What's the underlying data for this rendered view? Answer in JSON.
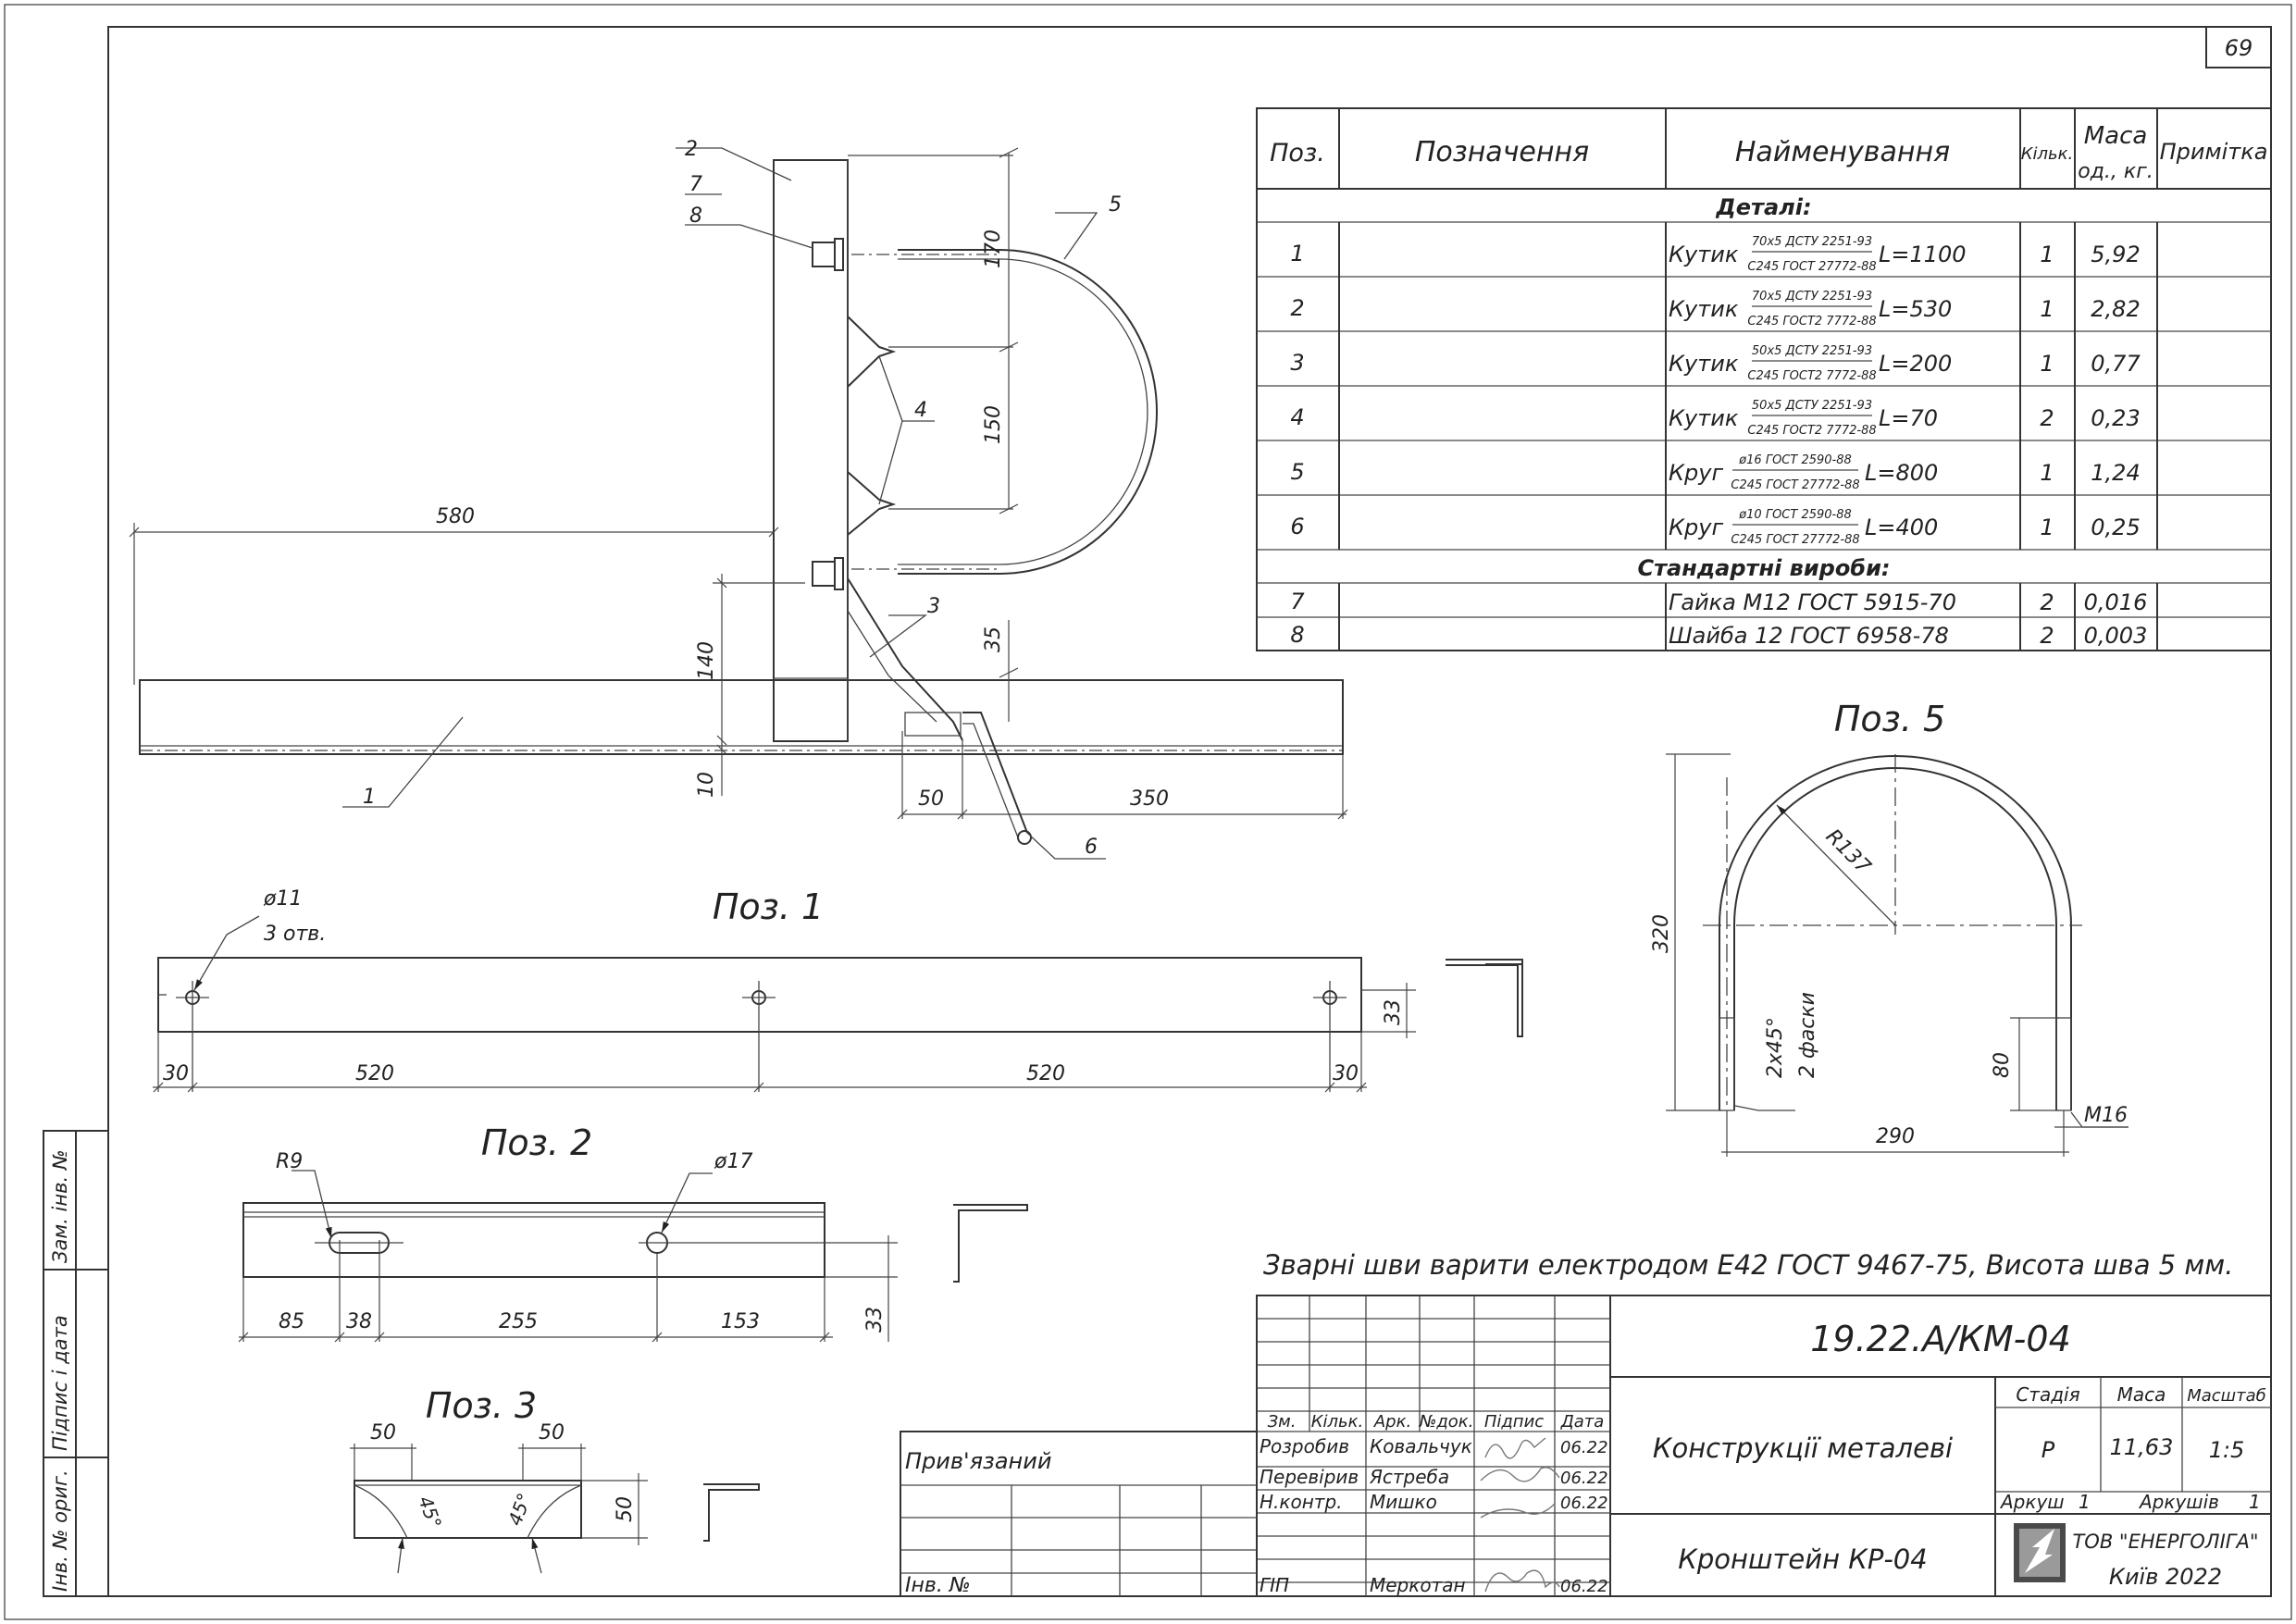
{
  "page_number": "69",
  "side_stamp": {
    "inv_zam": "Зам. інв. №",
    "signature_date": "Підпис і дата",
    "inv_orig": "Інв. № ориг."
  },
  "spec_table": {
    "headers": {
      "pos": "Поз.",
      "designation": "Позначення",
      "name": "Найменування",
      "qty": "Кільк.",
      "mass_line1": "Маса",
      "mass_line2": "од., кг.",
      "note": "Примітка"
    },
    "group_details": "Деталі:",
    "group_standard": "Стандартні вироби:",
    "rows": [
      {
        "pos": "1",
        "name": "Кутик",
        "top": "70x5 ДСТУ 2251-93",
        "bottom": "С245 ГОСТ 27772-88",
        "length": "L=1100",
        "qty": "1",
        "mass": "5,92"
      },
      {
        "pos": "2",
        "name": "Кутик",
        "top": "70x5 ДСТУ 2251-93",
        "bottom": "С245 ГОСТ2 7772-88",
        "length": "L=530",
        "qty": "1",
        "mass": "2,82"
      },
      {
        "pos": "3",
        "name": "Кутик",
        "top": "50x5 ДСТУ 2251-93",
        "bottom": "С245 ГОСТ2 7772-88",
        "length": "L=200",
        "qty": "1",
        "mass": "0,77"
      },
      {
        "pos": "4",
        "name": "Кутик",
        "top": "50x5 ДСТУ 2251-93",
        "bottom": "С245 ГОСТ2 7772-88",
        "length": "L=70",
        "qty": "2",
        "mass": "0,23"
      },
      {
        "pos": "5",
        "name": "Круг",
        "top": "ø16 ГОСТ 2590-88",
        "bottom": "С245 ГОСТ 27772-88",
        "length": "L=800",
        "qty": "1",
        "mass": "1,24"
      },
      {
        "pos": "6",
        "name": "Круг",
        "top": "ø10 ГОСТ 2590-88",
        "bottom": "С245 ГОСТ 27772-88",
        "length": "L=400",
        "qty": "1",
        "mass": "0,25"
      }
    ],
    "standard_rows": [
      {
        "pos": "7",
        "name": "Гайка М12 ГОСТ 5915-70",
        "qty": "2",
        "mass": "0,016"
      },
      {
        "pos": "8",
        "name": "Шайба 12 ГОСТ 6958-78",
        "qty": "2",
        "mass": "0,003"
      }
    ]
  },
  "main_view": {
    "leaders": [
      "2",
      "7",
      "8",
      "5",
      "4",
      "3",
      "1",
      "6"
    ],
    "dims": {
      "d170": "170",
      "d150": "150",
      "d580": "580",
      "d140": "140",
      "d35": "35",
      "d10": "10",
      "d50": "50",
      "d350": "350"
    }
  },
  "pos1": {
    "title": "Поз. 1",
    "hole": "ø11",
    "holes_count": "3 отв.",
    "d30a": "30",
    "d520a": "520",
    "d520b": "520",
    "d30b": "30",
    "d33": "33"
  },
  "pos2": {
    "title": "Поз. 2",
    "r9": "R9",
    "hole": "ø17",
    "d85": "85",
    "d38": "38",
    "d255": "255",
    "d153": "153",
    "d33": "33"
  },
  "pos3": {
    "title": "Поз. 3",
    "d50a": "50",
    "d50b": "50",
    "ang1": "45°",
    "ang2": "45°",
    "d50c": "50"
  },
  "pos5": {
    "title": "Поз. 5",
    "r137": "R137",
    "d320": "320",
    "chamfer": "2x45°",
    "chamfer_note": "2 фаски",
    "d80": "80",
    "d290": "290",
    "thread": "М16"
  },
  "weld_note": "Зварні шви варити електродом Е42 ГОСТ 9467-75, Висота шва 5 мм.",
  "title_block": {
    "doc_code": "19.22.А/КМ-04",
    "tied": "Прив'язаний",
    "inv_no": "Інв. №",
    "header_cols": [
      "Зм.",
      "Кільк.",
      "Арк.",
      "№док.",
      "Підпис",
      "Дата"
    ],
    "people": [
      {
        "role": "Розробив",
        "name": "Ковальчук",
        "date": "06.22"
      },
      {
        "role": "Перевірив",
        "name": "Ястреба",
        "date": "06.22"
      },
      {
        "role": "Н.контр.",
        "name": "Мишко",
        "date": "06.22"
      },
      {
        "role": "ГІП",
        "name": "Меркотан",
        "date": "06.22"
      }
    ],
    "work_title": "Конструкції металеві",
    "sheet_title": "Кронштейн КР-04",
    "stage_label": "Стадія",
    "mass_label": "Маса",
    "scale_label": "Масштаб",
    "stage": "Р",
    "mass": "11,63",
    "scale": "1:5",
    "sheet_label": "Аркуш",
    "sheet_no": "1",
    "sheets_label": "Аркушів",
    "sheets_no": "1",
    "company": "ТОВ \"ЕНЕРГОЛІГА\"",
    "city_year": "Київ 2022"
  }
}
